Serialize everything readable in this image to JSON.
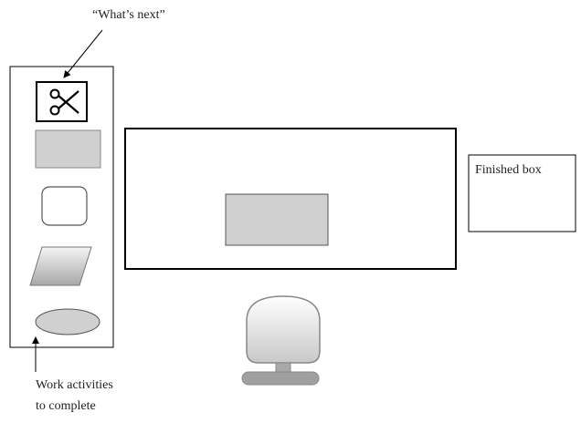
{
  "labels": {
    "whats_next": "“What’s next”",
    "work_activities_line1": "Work activities",
    "work_activities_line2": "to complete",
    "finished_box": "Finished box"
  },
  "icons": {
    "scissors": "scissors-icon",
    "chair": "chair-icon"
  },
  "colors": {
    "outline": "#000000",
    "gray_fill": "#d0d0d0",
    "chair_stroke": "#888888"
  }
}
